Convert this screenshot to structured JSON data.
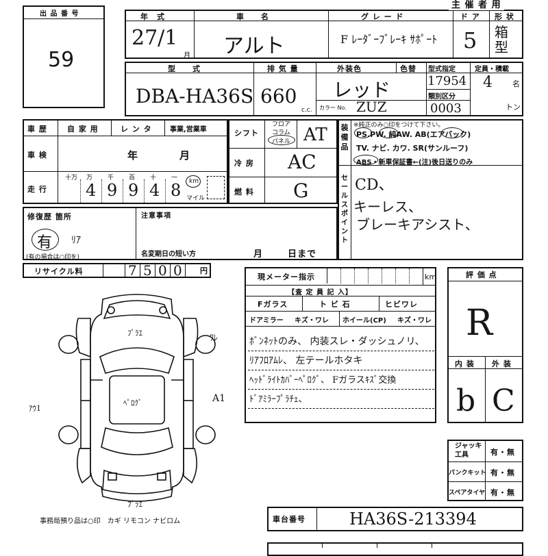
{
  "top": {
    "lot_label": "出 品 番 号",
    "lot_number": "59",
    "header_partial": "主 催 者 用",
    "col_year": "年　式",
    "col_car": "車　　名",
    "col_grade": "グ レ ー ド",
    "col_door": "ド ア",
    "col_shape": "形 状",
    "year_value": "27/1",
    "month_label": "月",
    "car_name": "アルト",
    "grade_value": "F ﾚｰﾀﾞｰﾌﾞﾚｰｷ ｻﾎﾟｰﾄ",
    "door_value": "5",
    "shape_value": "箱型"
  },
  "row2": {
    "col_model": "型　　式",
    "col_displacement": "排 気 量",
    "col_exterior": "外装色",
    "col_color_no": "色替",
    "col_type_cert": "型式指定",
    "col_class": "類別区分",
    "col_capacity": "定員・積載",
    "model_value": "DBA-HA36S",
    "displacement_value": "660",
    "cc_unit": "c.c.",
    "exterior_value": "レッド",
    "color_label": "カラー No.",
    "color_code": "ZUZ",
    "type_cert_value": "17954",
    "class_value": "0003",
    "capacity_value": "4",
    "capacity_unit": "名",
    "load_unit": "トン"
  },
  "history": {
    "label": "車 歴",
    "opt1": "自 家 用",
    "opt2": "レ ン タ",
    "opt3": "事業,営業車",
    "inspection_label": "車 検",
    "year_label": "年",
    "month_label": "月",
    "mileage_label": "走 行",
    "digit_units": [
      "十万",
      "万",
      "千",
      "百",
      "十",
      "一"
    ],
    "mileage_digits": [
      "",
      "4",
      "9",
      "9",
      "4",
      "8"
    ],
    "km_label": "km",
    "mile_label": "マイル"
  },
  "controls": {
    "shift_label": "シフト",
    "shift_opts": [
      "フロア",
      "コラム",
      "パネル"
    ],
    "shift_value": "AT",
    "ac_label": "冷 房",
    "ac_value": "AC",
    "fuel_label": "燃 料",
    "fuel_value": "G"
  },
  "equipment": {
    "label": "装 備 品",
    "note": "※純正のみ○印をつけて下さい。",
    "line1": "PS.PW. 純AW. AB(エアバック)",
    "line2": "TV. ナビ. カワ. SR(サンルーフ)",
    "line3": "ABS・新車保証書←(注)後日送りのみ",
    "sales_label": "セールスポイント",
    "sales_text": [
      "CD、",
      "キーレス、",
      "ブレーキアシスト、"
    ]
  },
  "repair": {
    "label": "修復歴 箇所",
    "value": "有",
    "sub": "ﾘｱ",
    "note": "(有の場合は○印を)",
    "notes_label": "注意事項",
    "regchange_label": "名変期日の短い方",
    "month_label": "月",
    "day_label": "日まで"
  },
  "recycle": {
    "label": "リサイクル料",
    "digits": [
      "7",
      "5",
      "0",
      "0"
    ],
    "unit": "円"
  },
  "meter": {
    "label": "現メーター指示",
    "unit": "km",
    "inspector_label": "【査 定 員 記 入】",
    "f_glass": "Fガラス",
    "f_glass_opts": "ト ビ 石",
    "crack": "ヒビワレ",
    "door_mirror": "ドアミラー",
    "dm_opts": "キズ・ワレ",
    "wheel": "ホイール(CP)",
    "wheel_opts": "キズ・ワレ",
    "comments": [
      "ﾎﾞﾝﾈｯﾄのみ、 内装スレ・ダッシュノリ、",
      "ﾘｱﾌﾛｱﾑﾚ、 左テールホタキ",
      "ﾍｯﾄﾞﾗｲﾄｶﾊﾞｰﾍﾟﾛｸﾞ、 Fガラスｷｽﾞ交換",
      "ﾄﾞｱﾐﾗｰﾌﾟﾗﾁｪ、"
    ]
  },
  "rating": {
    "label": "評 価 点",
    "value": "R",
    "interior_label": "内 装",
    "exterior_label": "外 装",
    "interior_value": "b",
    "exterior_value": "C"
  },
  "tools": {
    "jack": "ジャッキ 工具",
    "puncture": "パンクキット",
    "spare": "スペアタイヤ",
    "yes_no": "有・無"
  },
  "diagram": {
    "marks": [
      "ﾌﾟﾗｴ",
      "ﾜﾚ",
      "A1",
      "ｱｳ1",
      "ﾍﾟﾛｸﾞ",
      "ﾌﾟﾗｴ"
    ]
  },
  "office": {
    "items": "事務局預り品は○印　カギ リモコン ナビロム"
  },
  "chassis": {
    "label": "車台番号",
    "value": "HA36S-213394"
  }
}
